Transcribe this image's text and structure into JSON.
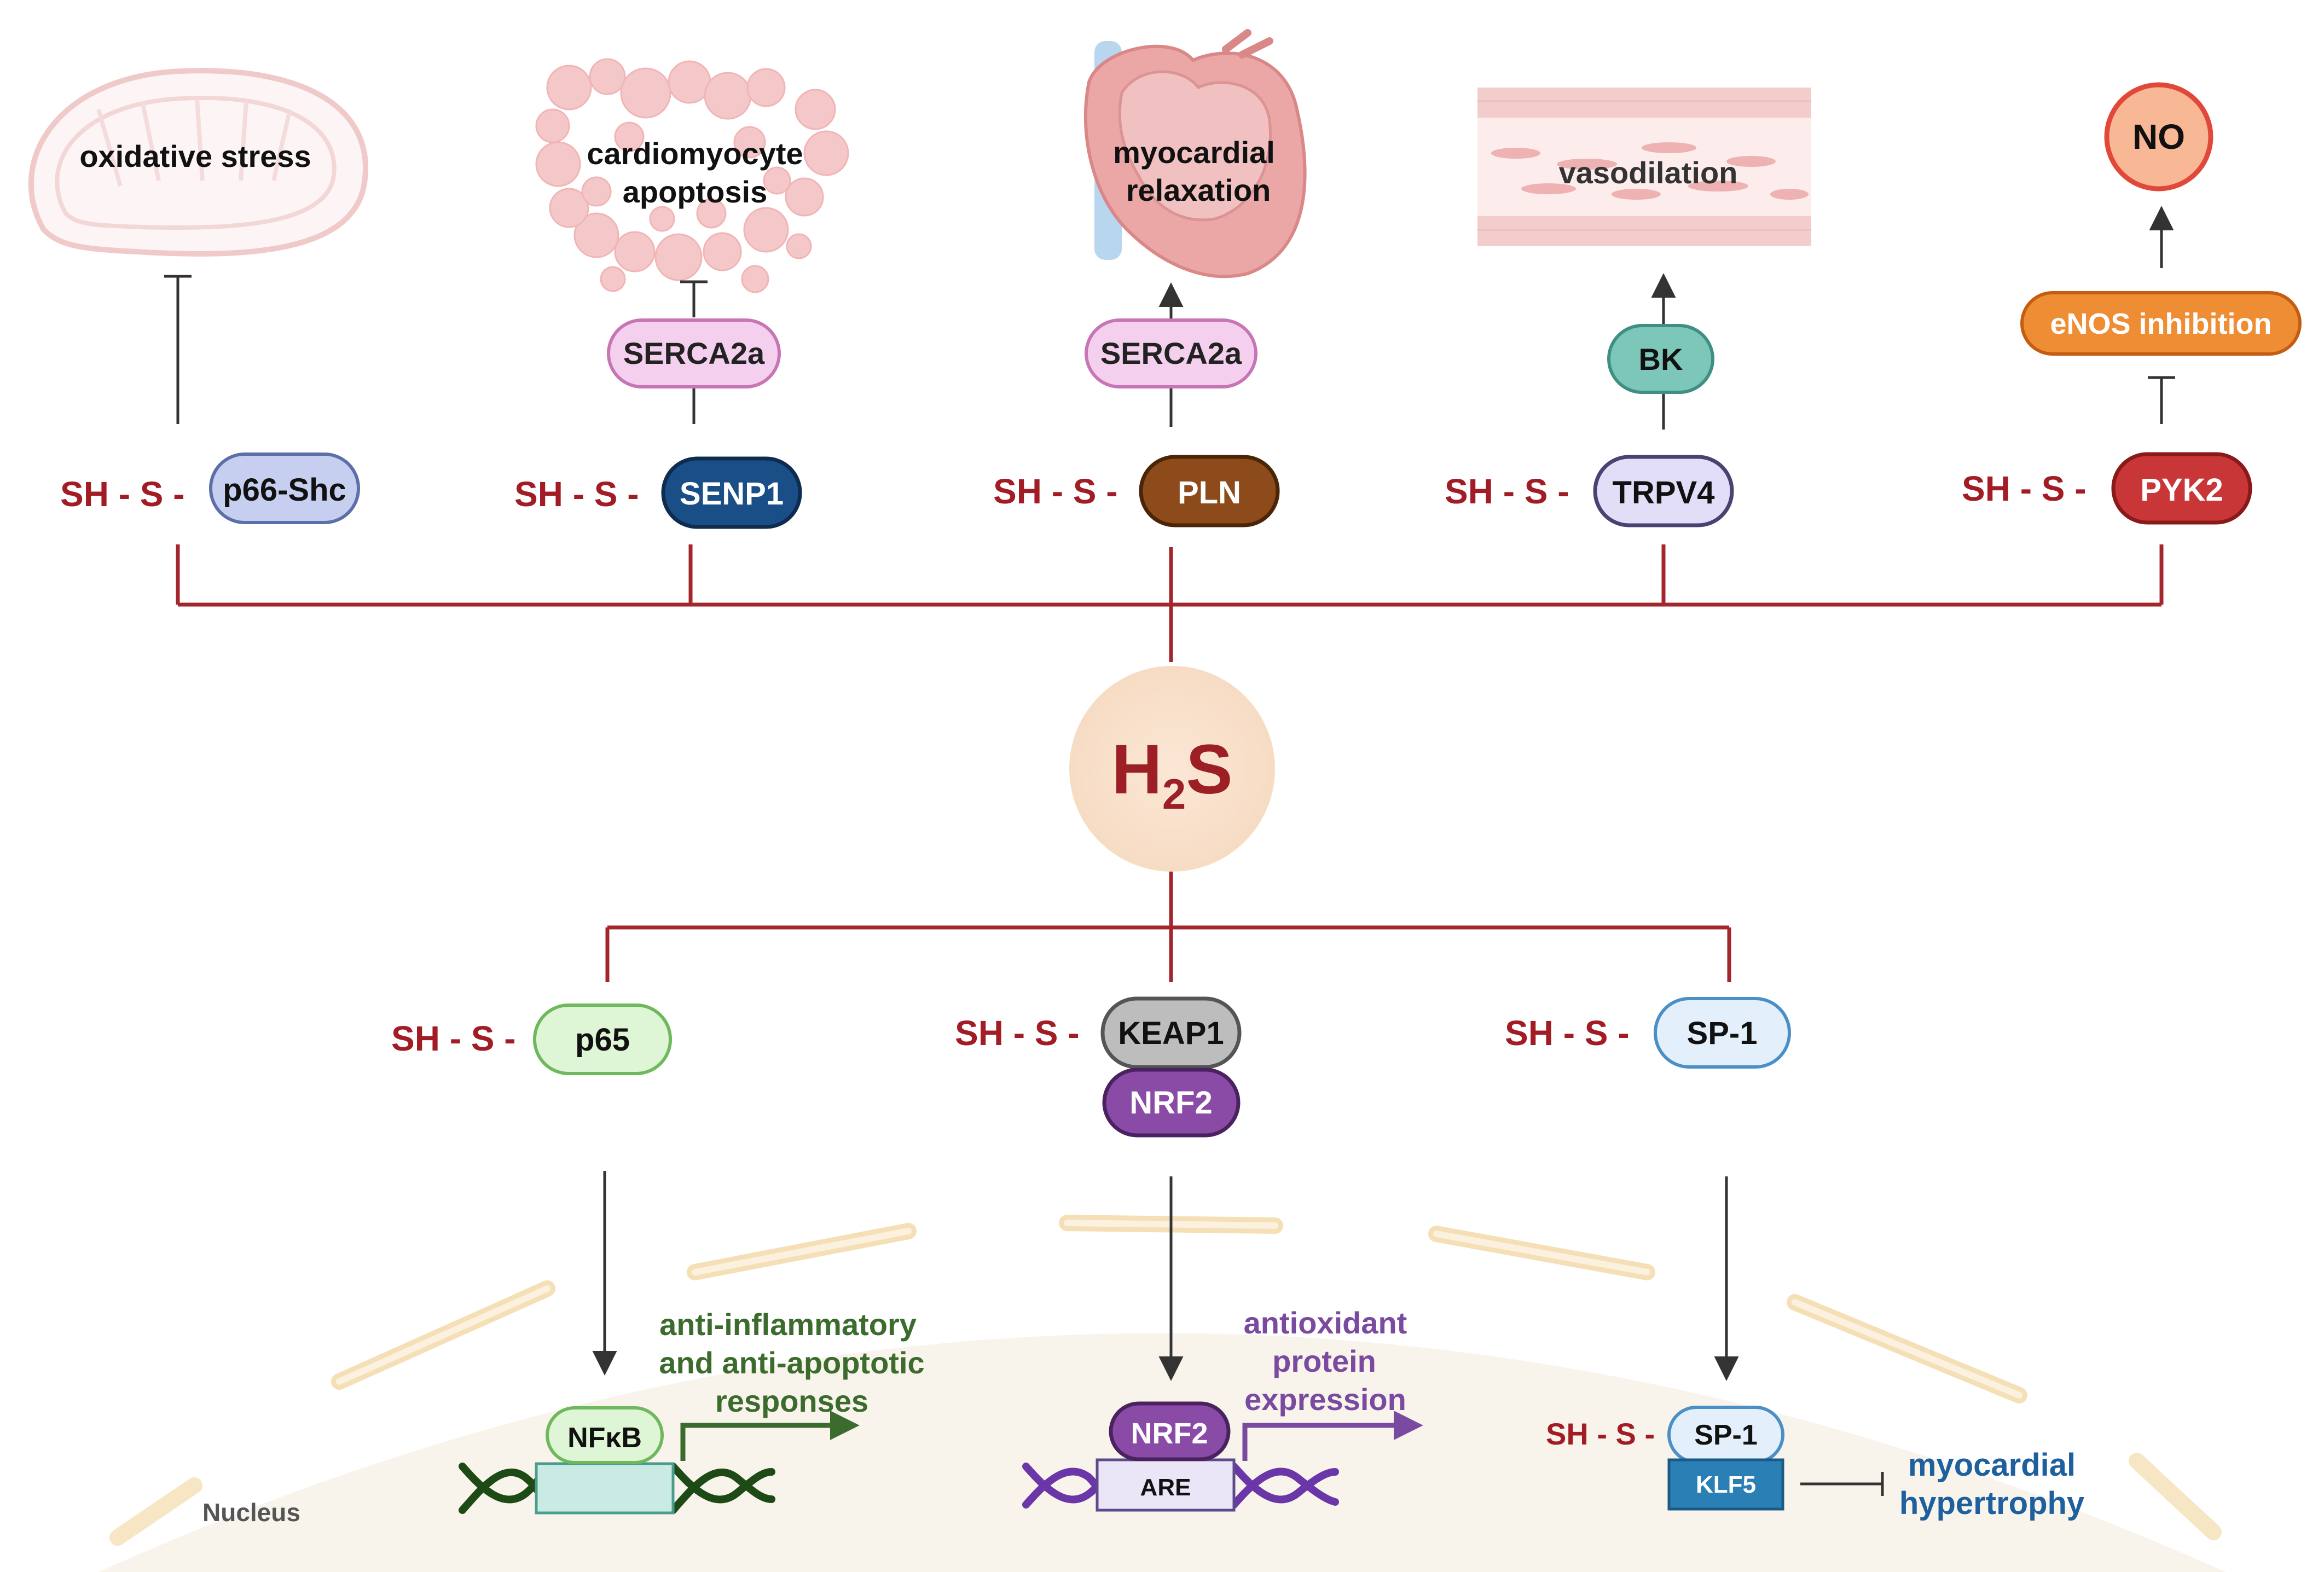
{
  "center": {
    "h": "H",
    "sub": "2",
    "s": "S"
  },
  "sh_s_prefix": "SH - S -",
  "top_targets": [
    {
      "protein": "p66-Shc",
      "intermediate": "",
      "effect_lines": [
        "oxidative stress"
      ],
      "relation": "inhibits"
    },
    {
      "protein": "SENP1",
      "intermediate": "SERCA2a",
      "effect_lines": [
        "cardiomyocyte",
        "apoptosis"
      ],
      "relation": "inhibits"
    },
    {
      "protein": "PLN",
      "intermediate": "SERCA2a",
      "effect_lines": [
        "myocardial",
        "relaxation"
      ],
      "relation": "activates"
    },
    {
      "protein": "TRPV4",
      "intermediate": "BK",
      "effect_lines": [
        "vasodilation"
      ],
      "relation": "activates"
    },
    {
      "protein": "PYK2",
      "intermediate": "eNOS inhibition",
      "effect_lines": [
        "NO"
      ],
      "relation": "inhibits-then-activates"
    }
  ],
  "bottom_targets": [
    {
      "protein": "p65",
      "nuclear_factor": "NFκB",
      "dna_box": "",
      "response_lines": [
        "anti-inflammatory",
        "and anti-apoptotic",
        "responses"
      ]
    },
    {
      "protein": "KEAP1",
      "partner": "NRF2",
      "nuclear_factor": "NRF2",
      "dna_box": "ARE",
      "response_lines": [
        "antioxidant",
        "protein",
        "expression"
      ]
    },
    {
      "protein": "SP-1",
      "nuclear_factor": "SP-1",
      "dna_box": "KLF5",
      "response_lines": [
        "myocardial",
        "hypertrophy"
      ]
    }
  ],
  "nucleus_label": "Nucleus",
  "colors": {
    "sh_s": "#a11c25",
    "connector": "#a3262d",
    "h2s_bg": "#fae3cf",
    "h2s_text": "#9c1f26",
    "p66shc": "#c6cff0",
    "senp1": "#1a4e86",
    "serca2a": "#f4d0ee",
    "pln": "#8d4a1a",
    "trpv4": "#e2def7",
    "bk": "#7cc7ba",
    "pyk2": "#c93637",
    "enos": "#ee8d33",
    "no": "#f9b895",
    "p65": "#def5d6",
    "keap1": "#bdbdbd",
    "nrf2": "#8a4ba6",
    "sp1": "#e3f0fc",
    "klf5": "#2a7fb4",
    "nucleus": "#f8f4ec",
    "nucleus_border": "#f4e0b8",
    "green_text": "#3b6b2d",
    "purple_text": "#7a4aa0",
    "blue_text": "#1e5f9e"
  }
}
